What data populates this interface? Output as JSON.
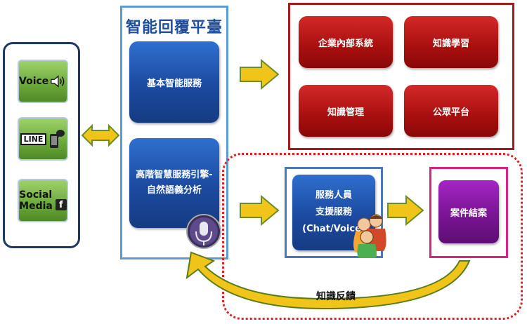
{
  "channels": {
    "voice": "Voice",
    "line": "LINE",
    "social_line1": "Social",
    "social_line2": "Media",
    "facebook_letter": "f"
  },
  "platform": {
    "title": "智能回覆平臺",
    "basic_service": "基本智能服務",
    "advanced_line1": "高階智慧服務引擎-",
    "advanced_line2": "自然語義分析"
  },
  "enterprise": {
    "items": [
      "企業內部系統",
      "知識學習",
      "知識管理",
      "公眾平台"
    ]
  },
  "service": {
    "line1": "服務人員",
    "line2": "支援服務",
    "line3": "(Chat/Voice)"
  },
  "case_close": "案件結案",
  "feedback_label": "知識反饋",
  "colors": {
    "channel_border": "#1f3864",
    "platform_border": "#5b9bd5",
    "enterprise_border": "#a31c1c",
    "dotted_border": "#e02020",
    "arrow_fill": "#f0c419",
    "arrow_outline": "#6b8e23",
    "feedback_arrow": "#f0c419"
  }
}
